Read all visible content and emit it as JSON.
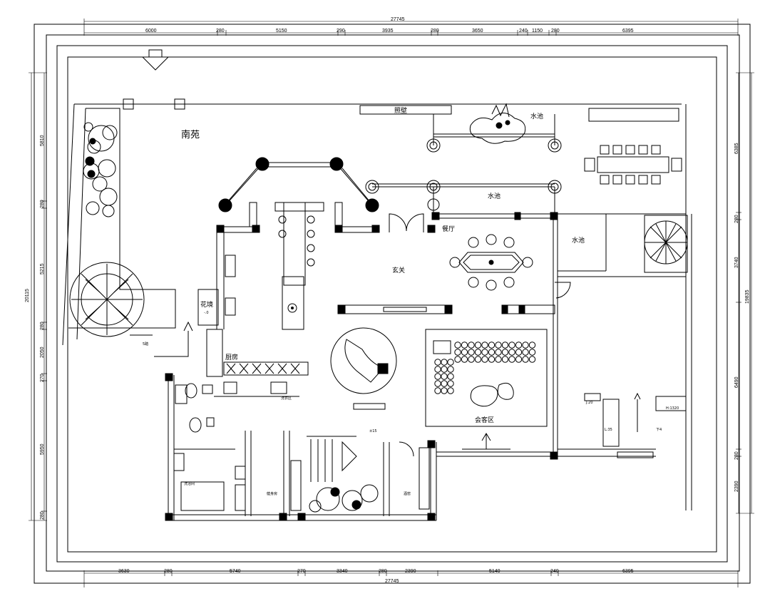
{
  "dimensions": {
    "top_total": "27745",
    "top_segments": [
      "6000",
      "280",
      "5150",
      "290",
      "3935",
      "280",
      "3650",
      "240",
      "1150",
      "280",
      "6395"
    ],
    "bottom_total": "27745",
    "bottom_segments": [
      "3630",
      "280",
      "5740",
      "270",
      "3340",
      "280",
      "2390",
      "5140",
      "240",
      "6395"
    ],
    "left_total": "20115",
    "left_segments": [
      "5810",
      "280",
      "5215",
      "280",
      "2050",
      "270",
      "5950",
      "280"
    ],
    "right_total": "19835",
    "right_segments": [
      "6385",
      "280",
      "3740",
      "6490",
      "280",
      "2390"
    ]
  },
  "rooms": {
    "south_garden": "南苑",
    "screen_wall": "照壁",
    "pool_top": "水池",
    "pool_mid": "水池",
    "pool_right": "水池",
    "dining": "餐厅",
    "foyer": "玄关",
    "flower_bed": "花境",
    "flower_bed_level": "-.0",
    "kitchen": "厨房",
    "laundry": "洗衣区",
    "reception": "会客区",
    "gym": "健身房",
    "bathroom": "洗浴间",
    "wine_cellar": "酒窖",
    "level_mark": "±15",
    "step_label": "5踏"
  },
  "annotations": {
    "note_a": "J:20",
    "note_b": "L:35",
    "note_c": "H:1320",
    "note_d": "下4"
  }
}
